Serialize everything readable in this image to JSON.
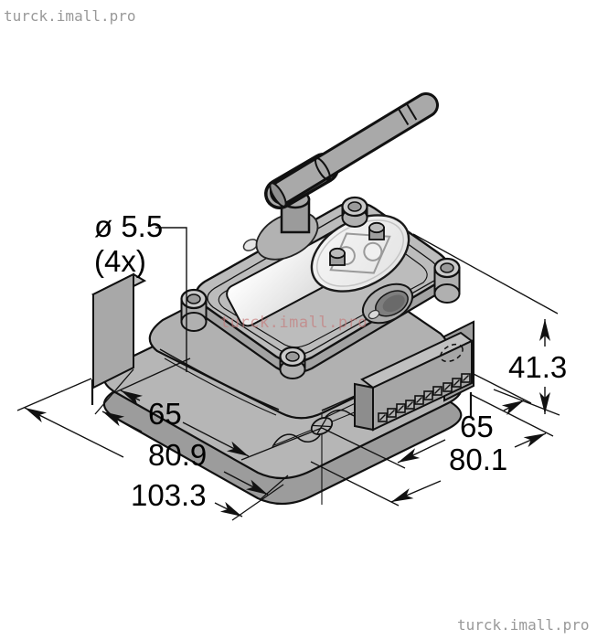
{
  "watermarks": {
    "top_left": "turck.imall.pro",
    "center": "turck.imall.pro",
    "bottom_right": "turck.imall.pro"
  },
  "dimensions": {
    "hole_diameter": "ø 5.5",
    "hole_count": "(4x)",
    "height": "41.3",
    "left_hole_spacing": "65",
    "left_body_width": "80.9",
    "left_overall_width": "103.3",
    "right_hole_spacing": "65",
    "right_overall_depth": "80.1"
  },
  "drawing": {
    "type": "isometric-technical-drawing",
    "subject": "wireless industrial I/O device with antenna, terminal strip and 4 mounting holes",
    "colors": {
      "body": "#b3b3b3",
      "outline": "#1a1a1a",
      "dimension": "#111111",
      "watermark_gray": "#999999",
      "watermark_red": "#c67e7e",
      "background": "#ffffff"
    }
  }
}
